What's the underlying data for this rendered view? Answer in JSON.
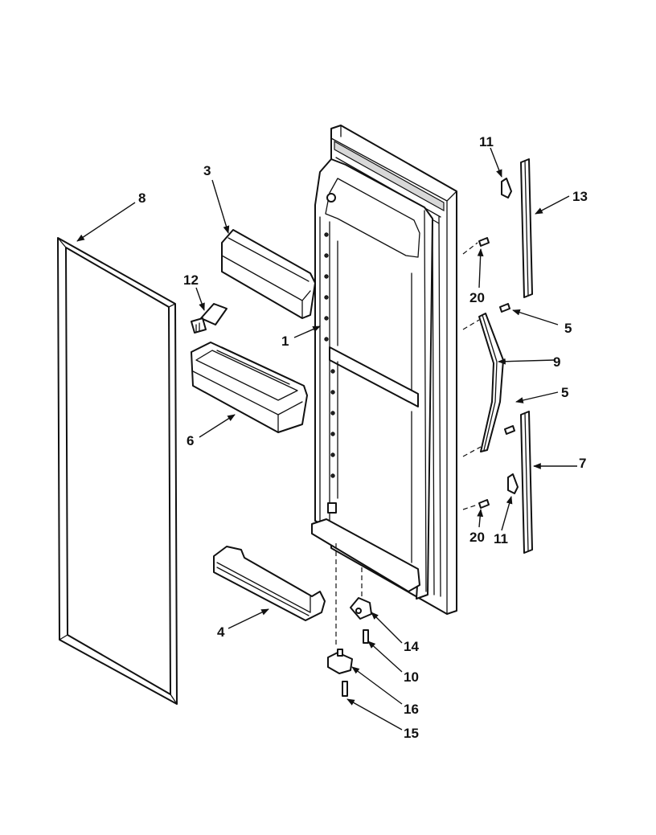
{
  "callouts": {
    "c1": "1",
    "c3": "3",
    "c4": "4",
    "c5a": "5",
    "c5b": "5",
    "c6": "6",
    "c7": "7",
    "c8": "8",
    "c9": "9",
    "c10": "10",
    "c11a": "11",
    "c11b": "11",
    "c12": "12",
    "c13": "13",
    "c14": "14",
    "c15": "15",
    "c16": "16",
    "c20a": "20",
    "c20b": "20"
  }
}
